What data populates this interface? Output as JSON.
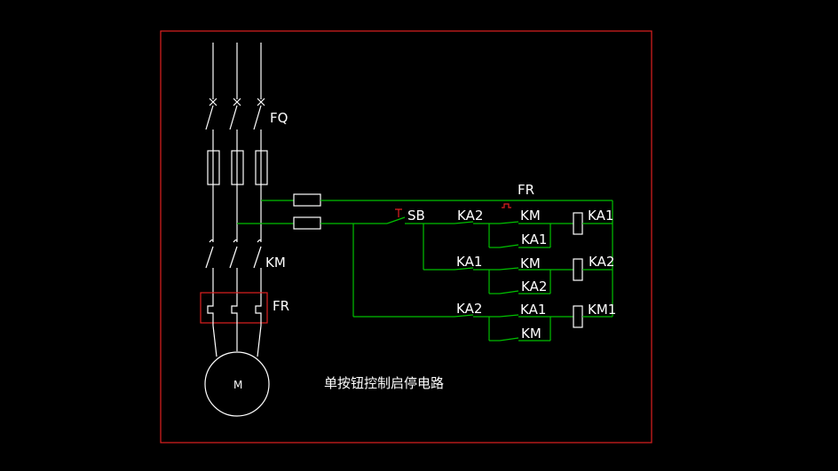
{
  "diagram": {
    "title": "单按钮控制启停电路",
    "colors": {
      "background": "#000000",
      "main_circuit": "#ffffff",
      "control_circuit": "#00c000",
      "highlight": "#e02020"
    },
    "main_circuit": {
      "switch_label": "FQ",
      "contactor_label": "KM",
      "relay_label": "FR",
      "motor_label": "M"
    },
    "control_circuit": {
      "overload_contact_label": "FR",
      "button_label": "SB",
      "row1": {
        "contact_a": "KA2",
        "contact_b": "KM",
        "parallel": "KA1",
        "coil": "KA1"
      },
      "row2": {
        "contact_a": "KA1",
        "contact_b": "KM",
        "parallel": "KA2",
        "coil": "KA2"
      },
      "row3": {
        "contact_a": "KA2",
        "contact_b": "KA1",
        "parallel": "KM",
        "coil": "KM1"
      }
    }
  }
}
